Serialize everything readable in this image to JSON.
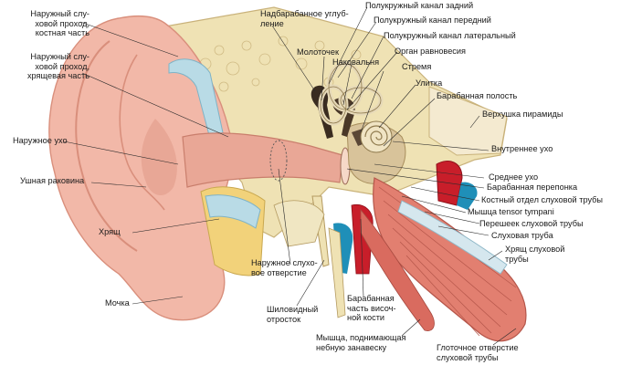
{
  "labels": {
    "outer_canal_cartilage": "Наружный слу-\nховой проход,\nкостная часть",
    "outer_canal_cartilaginous": "Наружный слу-\nховой проход,\nхрящевая часть",
    "outer_ear": "Наружное ухо",
    "auricle": "Ушная раковина",
    "cartilage": "Хрящ",
    "lobule": "Мочка",
    "epitympanic_recess": "Надбарабанное углуб-\nление",
    "semicircular_posterior": "Полукружный канал задний",
    "semicircular_anterior": "Полукружный канал передний",
    "semicircular_lateral": "Полукружный канал латеральный",
    "vestibule_organ": "Орган равновесия",
    "malleus": "Молоточек",
    "incus": "Наковальня",
    "stapes": "Стремя",
    "cochlea": "Улитка",
    "tympanic_cavity": "Барабанная полость",
    "pyramid_apex": "Верхушка пирамиды",
    "inner_ear": "Внутреннее ухо",
    "middle_ear": "Среднее ухо",
    "tympanic_membrane": "Барабанная перепонка",
    "bony_tube": "Костный отдел слуховой трубы",
    "tensor_tympani": "Мышца tensor tympani",
    "tube_isthmus": "Перешеек слуховой трубы",
    "auditory_tube": "Слуховая труба",
    "tube_cartilage": "Хрящ слуховой\nтрубы",
    "external_opening": "Наружное слухо-\nвое отверстие",
    "styloid": "Шиловидный\nотросток",
    "tympanic_part": "Барабанная\nчасть височ-\nной кости",
    "levator_veli": "Мышца, поднимающая\nнебную занавеску",
    "pharyngeal_opening": "Глоточное отверстие\nслуховой трубы"
  },
  "colors": {
    "skin": "#f2b8a8",
    "skin_shadow": "#d98f7c",
    "bone": "#efe2b4",
    "bone_dark": "#c9b27a",
    "cartilage": "#b9dbe6",
    "fat": "#f2d27a",
    "muscle": "#d96b5f",
    "vessel_red": "#c81e2a",
    "vessel_blue": "#1f8fb8",
    "leader": "#2a2a2a"
  }
}
